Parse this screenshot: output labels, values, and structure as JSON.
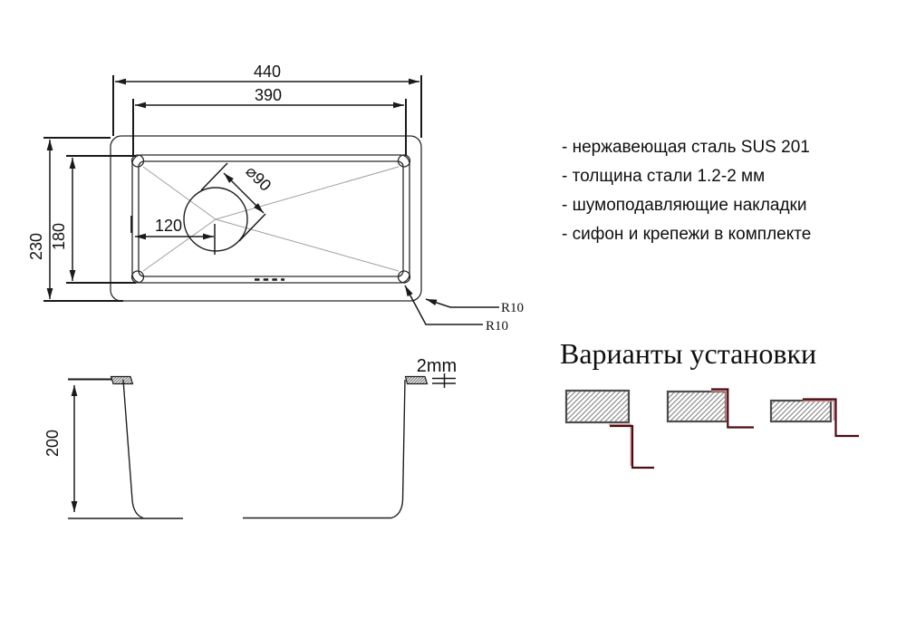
{
  "top_view": {
    "labels": {
      "width_outer": "440",
      "width_inner": "390",
      "height_outer": "230",
      "height_inner": "180",
      "drain_offset": "120",
      "drain_diameter": "⌀90",
      "radius_outer": "R10",
      "radius_inner": "R10"
    }
  },
  "section_view": {
    "labels": {
      "depth": "200",
      "thickness": "2mm"
    }
  },
  "features": {
    "items": [
      "- нержавеющая сталь SUS 201",
      "- толщина стали 1.2-2 мм",
      "- шумоподавляющие накладки",
      "- сифон и крепежи в комплекте"
    ]
  },
  "installation": {
    "title": "Варианты установки"
  },
  "colors": {
    "accent_dark_red": "#4a0d12",
    "accent_pink": "#d6929a",
    "hatch_border": "#4d4d4d",
    "hatch_line": "#8f8f8f"
  }
}
